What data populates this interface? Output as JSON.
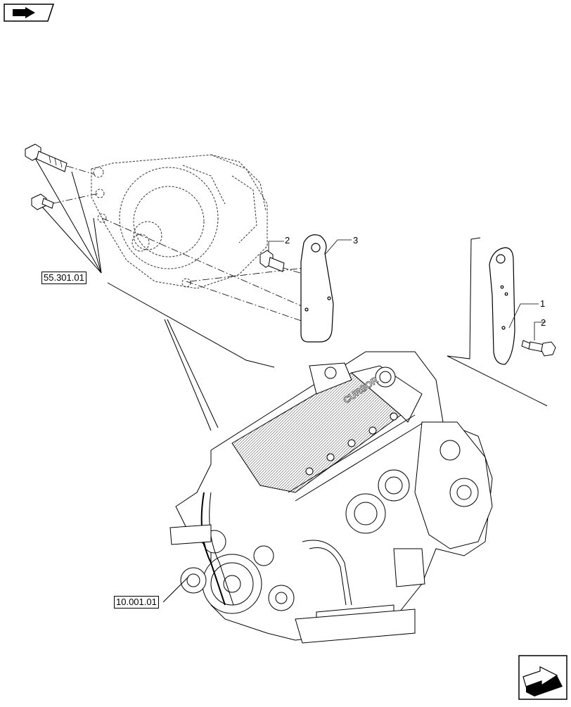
{
  "header": {
    "nav_icon": "page-nav-arrow-icon"
  },
  "footer": {
    "nav_icon": "next-page-arrow-icon"
  },
  "references": {
    "ref_top": "55.301.01",
    "ref_bottom": "10.001.01"
  },
  "callouts": {
    "c1": "1",
    "c2a": "2",
    "c2b": "2",
    "c3": "3"
  },
  "engine_logo": "CURSOR"
}
